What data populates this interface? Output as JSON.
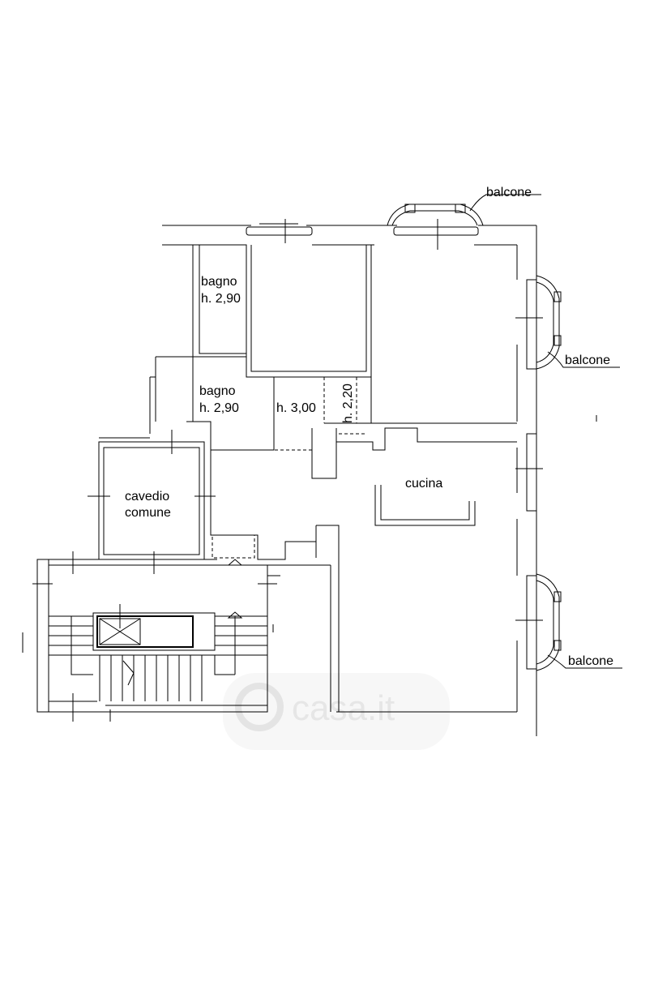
{
  "rooms": {
    "bagno_1": {
      "name": "bagno",
      "height": "h. 2,90"
    },
    "bagno_2": {
      "name": "bagno",
      "height": "h. 2,90"
    },
    "corridor_height": "h. 3,00",
    "closet_height": "h. 2,20",
    "cucina": "cucina",
    "cavedio_line1": "cavedio",
    "cavedio_line2": "comune"
  },
  "balconies": [
    "balcone",
    "balcone",
    "balcone"
  ],
  "watermark": "casa.it"
}
